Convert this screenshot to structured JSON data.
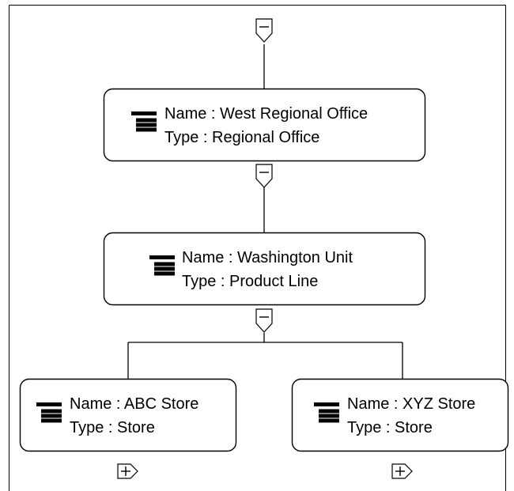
{
  "colors": {
    "line": "#000000",
    "icon": "#1a1aa8",
    "background": "#ffffff"
  },
  "nodes": [
    {
      "name_line": "Name : West Regional Office",
      "type_line": "Type : Regional Office",
      "icon": "hierarchy-icon",
      "toggle": "collapse"
    },
    {
      "name_line": "Name : Washington Unit",
      "type_line": "Type : Product Line",
      "icon": "hierarchy-icon",
      "toggle": "collapse"
    },
    {
      "name_line": "Name : ABC Store",
      "type_line": "Type : Store",
      "icon": "hierarchy-icon",
      "toggle": "expand"
    },
    {
      "name_line": "Name : XYZ Store",
      "type_line": "Type : Store",
      "icon": "hierarchy-icon",
      "toggle": "expand"
    }
  ]
}
